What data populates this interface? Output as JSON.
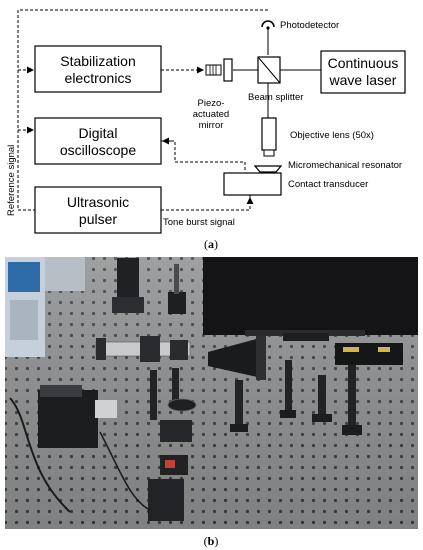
{
  "diagram": {
    "boxes": {
      "stabilization": [
        "Stabilization",
        "electronics"
      ],
      "oscilloscope": [
        "Digital",
        "oscilloscope"
      ],
      "pulser": [
        "Ultrasonic",
        "pulser"
      ],
      "laser": [
        "Continuous",
        "wave laser"
      ]
    },
    "labels": {
      "photodetector": "Photodetector",
      "piezo": [
        "Piezo-",
        "actuated",
        "mirror"
      ],
      "beam_splitter": "Beam splitter",
      "objective_lens": "Objective lens (50x)",
      "resonator": "Micromechanical resonator",
      "transducer": "Contact transducer",
      "reference_signal": "Reference signal",
      "tone_burst": "Tone burst signal"
    }
  },
  "captions": {
    "a": "a",
    "b": "b"
  },
  "photo_description_colors": {
    "table": "#8f9090",
    "holes": "#3a3b3d",
    "monitor": "#141416"
  }
}
